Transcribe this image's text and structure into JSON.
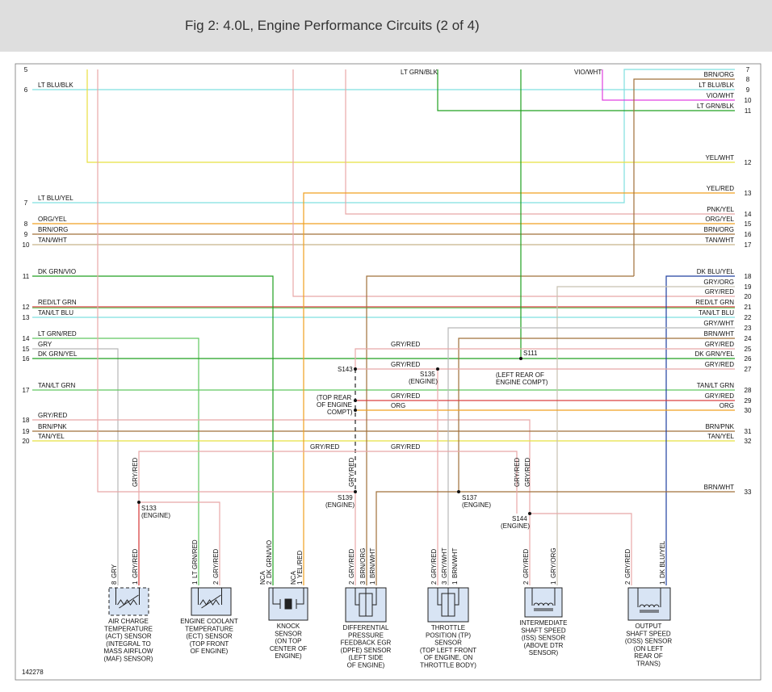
{
  "header": {
    "title": "Fig 2: 4.0L, Engine Performance Circuits (2 of 4)"
  },
  "figure_id": "142278",
  "colors": {
    "gry": "#b8b8b8",
    "red": "#d94040",
    "pink": "#e8a8a8",
    "yel": "#e8e040",
    "ltblu": "#7fe0e0",
    "ltgrn": "#60c860",
    "dkgrn": "#208020",
    "org": "#f0a020",
    "brn": "#a0703a",
    "tan": "#c8b48a",
    "vio": "#e040e0",
    "dkblu": "#2040a0",
    "black": "#222222"
  },
  "left_wires": [
    {
      "num": "5",
      "label": ""
    },
    {
      "num": "6",
      "label": "LT BLU/BLK"
    },
    {
      "num": "7",
      "label": "LT BLU/YEL"
    },
    {
      "num": "8",
      "label": "ORG/YEL"
    },
    {
      "num": "9",
      "label": "BRN/ORG"
    },
    {
      "num": "10",
      "label": "TAN/WHT"
    },
    {
      "num": "11",
      "label": "DK GRN/VIO"
    },
    {
      "num": "12",
      "label": "RED/LT GRN"
    },
    {
      "num": "13",
      "label": "TAN/LT BLU"
    },
    {
      "num": "14",
      "label": "LT GRN/RED"
    },
    {
      "num": "15",
      "label": "GRY"
    },
    {
      "num": "16",
      "label": "DK GRN/YEL"
    },
    {
      "num": "17",
      "label": "TAN/LT GRN"
    },
    {
      "num": "18",
      "label": "GRY/RED"
    },
    {
      "num": "19",
      "label": "BRN/PNK"
    },
    {
      "num": "20",
      "label": "TAN/YEL"
    }
  ],
  "right_wires": [
    {
      "num": "7",
      "label": ""
    },
    {
      "num": "8",
      "label": "BRN/ORG"
    },
    {
      "num": "9",
      "label": "LT BLU/BLK"
    },
    {
      "num": "10",
      "label": "VIO/WHT"
    },
    {
      "num": "11",
      "label": "LT GRN/BLK"
    },
    {
      "num": "12",
      "label": "YEL/WHT"
    },
    {
      "num": "13",
      "label": "YEL/RED"
    },
    {
      "num": "14",
      "label": "PNK/YEL"
    },
    {
      "num": "15",
      "label": "ORG/YEL"
    },
    {
      "num": "16",
      "label": "BRN/ORG"
    },
    {
      "num": "17",
      "label": "TAN/WHT"
    },
    {
      "num": "18",
      "label": "DK BLU/YEL"
    },
    {
      "num": "19",
      "label": "GRY/ORG"
    },
    {
      "num": "20",
      "label": "GRY/RED"
    },
    {
      "num": "21",
      "label": "RED/LT GRN"
    },
    {
      "num": "22",
      "label": "TAN/LT BLU"
    },
    {
      "num": "23",
      "label": "GRY/WHT"
    },
    {
      "num": "24",
      "label": "BRN/WHT"
    },
    {
      "num": "25",
      "label": "GRY/RED"
    },
    {
      "num": "26",
      "label": "DK GRN/YEL"
    },
    {
      "num": "27",
      "label": "GRY/RED"
    },
    {
      "num": "28",
      "label": "TAN/LT GRN"
    },
    {
      "num": "29",
      "label": "GRY/RED"
    },
    {
      "num": "30",
      "label": "ORG"
    },
    {
      "num": "31",
      "label": "BRN/PNK"
    },
    {
      "num": "32",
      "label": "TAN/YEL"
    },
    {
      "num": "33",
      "label": "BRN/WHT"
    }
  ],
  "top_labels": {
    "lt_grn_blk": "LT GRN/BLK",
    "vio_wht": "VIO/WHT"
  },
  "mid_labels": {
    "gry_red": "GRY/RED",
    "org": "ORG",
    "brn_wht": "BRN/WHT"
  },
  "splices": {
    "s111": "S111",
    "s111_note": [
      "(LEFT REAR OF",
      "ENGINE COMPT)"
    ],
    "s143": "S143",
    "s143_note": [
      "(TOP REAR",
      "OF ENGINE",
      "COMPT)"
    ],
    "s135": "S135",
    "s135_note": "(ENGINE)",
    "s133": "S133",
    "s133_note": "(ENGINE)",
    "s139": "S139",
    "s139_note": "(ENGINE)",
    "s137": "S137",
    "s137_note": "(ENGINE)",
    "s144": "S144",
    "s144_note": "(ENGINE)"
  },
  "vertical_labels": {
    "v_gry_red_a": "GRY/RED",
    "v_gry_red_b": "GRY/RED",
    "v_gry_red_c": "GRY/RED",
    "v_gry_red_d": "GRY/RED"
  },
  "components": [
    {
      "name": [
        "AIR CHARGE",
        "TEMPERATURE",
        "(ACT) SENSOR",
        "(INTEGRAL TO",
        "MASS AIRFLOW",
        "(MAF) SENSOR)"
      ],
      "pins": [
        {
          "num": "8",
          "wire": "GRY"
        },
        {
          "num": "1",
          "wire": "GRY/RED"
        }
      ]
    },
    {
      "name": [
        "ENGINE COOLANT",
        "TEMPERATURE",
        "(ECT) SENSOR",
        "(TOP FRONT",
        "OF ENGINE)"
      ],
      "pins": [
        {
          "num": "1",
          "wire": "LT GRN/RED"
        },
        {
          "num": "2",
          "wire": "GRY/RED"
        }
      ]
    },
    {
      "name": [
        "KNOCK",
        "SENSOR",
        "(ON TOP",
        "CENTER OF",
        "ENGINE)"
      ],
      "pins": [
        {
          "num": "2",
          "wire": "DK GRN/VIO",
          "nca": "NCA"
        },
        {
          "num": "1",
          "wire": "YEL/RED",
          "nca": "NCA"
        }
      ]
    },
    {
      "name": [
        "DIFFERENTIAL",
        "PRESSURE",
        "FEEDBACK EGR",
        "(DPFE) SENSOR",
        "(LEFT SIDE",
        "OF ENGINE)"
      ],
      "pins": [
        {
          "num": "2",
          "wire": "GRY/RED"
        },
        {
          "num": "3",
          "wire": "BRN/ORG"
        },
        {
          "num": "1",
          "wire": "BRN/WHT"
        }
      ]
    },
    {
      "name": [
        "THROTTLE",
        "POSITION (TP)",
        "SENSOR",
        "(TOP LEFT FRONT",
        "OF ENGINE, ON",
        "THROTTLE BODY)"
      ],
      "pins": [
        {
          "num": "2",
          "wire": "GRY/RED"
        },
        {
          "num": "3",
          "wire": "GRY/WHT"
        },
        {
          "num": "1",
          "wire": "BRN/WHT"
        }
      ]
    },
    {
      "name": [
        "INTERMEDIATE",
        "SHAFT SPEED",
        "(ISS) SENSOR",
        "(ABOVE DTR",
        "SENSOR)"
      ],
      "pins": [
        {
          "num": "2",
          "wire": "GRY/RED"
        },
        {
          "num": "1",
          "wire": "GRY/ORG"
        }
      ]
    },
    {
      "name": [
        "OUTPUT",
        "SHAFT SPEED",
        "(OSS) SENSOR",
        "(ON LEFT",
        "REAR OF",
        "TRANS)"
      ],
      "pins": [
        {
          "num": "2",
          "wire": "GRY/RED"
        },
        {
          "num": "1",
          "wire": "DK BLU/YEL"
        }
      ]
    }
  ]
}
